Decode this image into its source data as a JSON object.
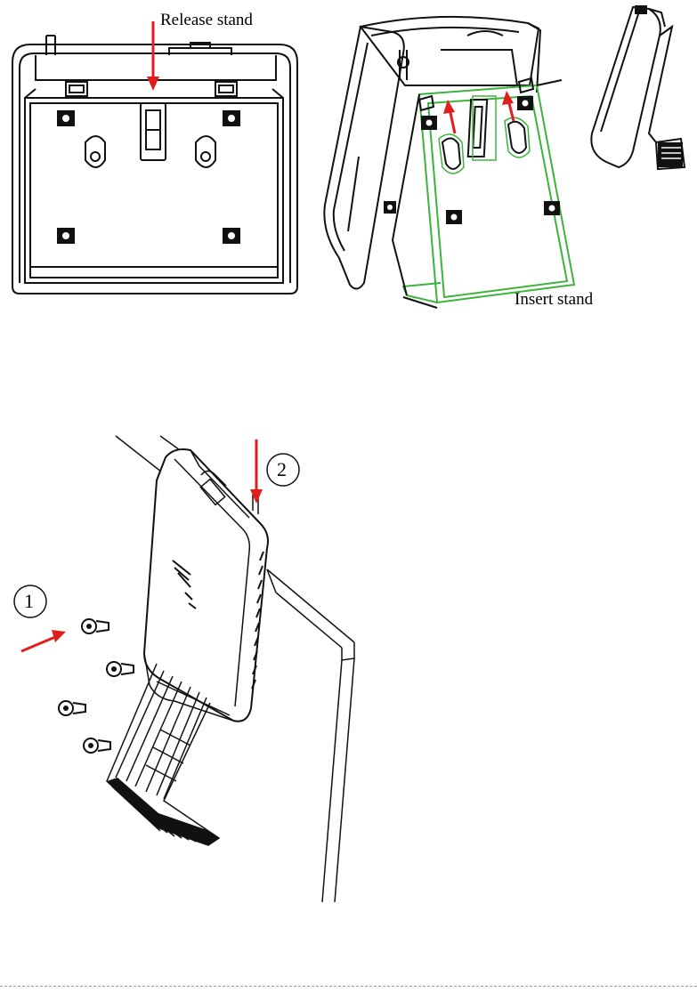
{
  "labels": {
    "release_stand": "Release stand",
    "insert_stand": "Insert stand",
    "step_1": "1",
    "step_2": "2"
  },
  "colors": {
    "arrow": "#e01e1e",
    "highlight": "#3cb43c",
    "line": "#111111"
  },
  "icons": {
    "release_arrow": "red-down-arrow-icon",
    "insert_arrows": "red-up-arrow-icon",
    "step_arrows": "red-arrow-icon",
    "screws": "screw-icon"
  }
}
